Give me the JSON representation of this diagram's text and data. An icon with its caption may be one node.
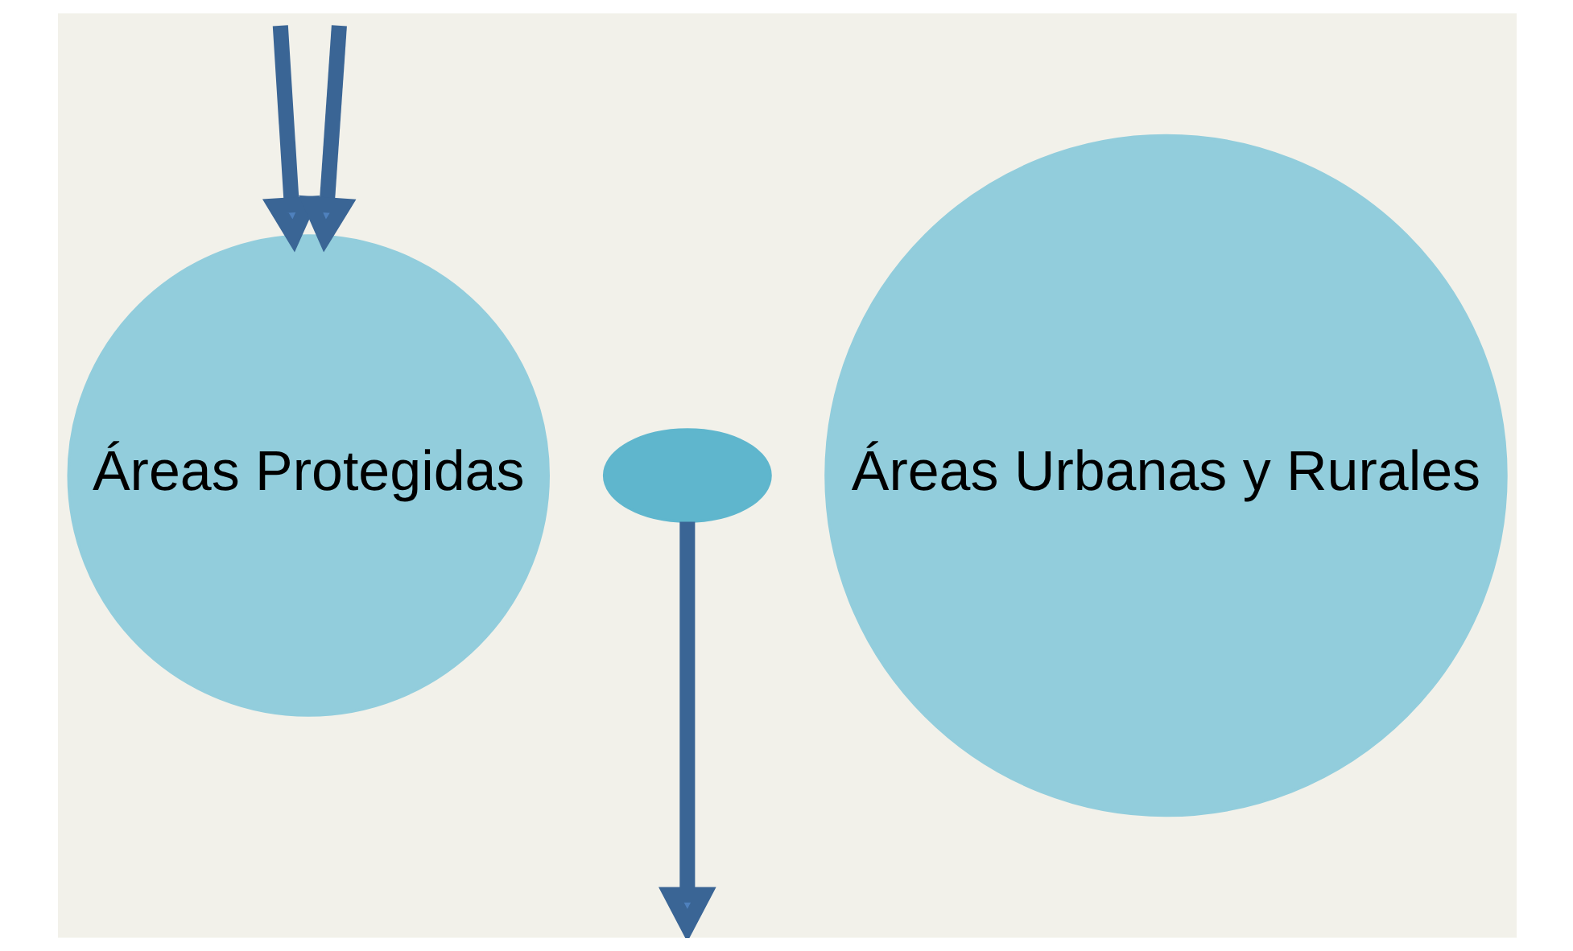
{
  "diagram": {
    "nodes": [
      {
        "text": [
          "Áreas Protegidas"
        ]
      },
      {
        "text": [
          "Áreas Urbanas y Rurales"
        ]
      },
      {
        "text": [],
        "shape": "ellipse"
      }
    ],
    "edges": [
      {
        "from": null,
        "to": 0,
        "arrow": "to"
      },
      {
        "from": null,
        "to": 0,
        "arrow": "to"
      },
      {
        "from": 2,
        "to": null,
        "arrow": "to"
      }
    ]
  }
}
